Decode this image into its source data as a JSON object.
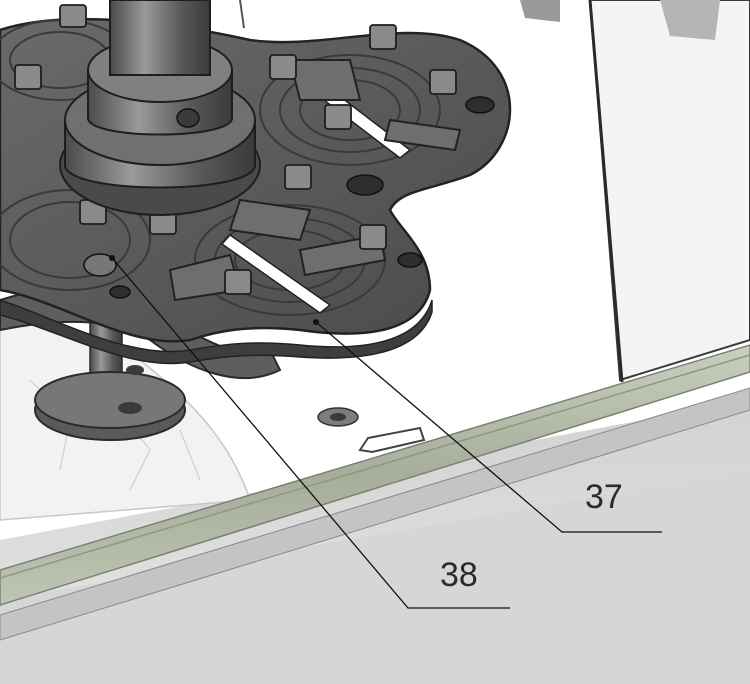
{
  "callouts": [
    {
      "id": "37",
      "label": "37"
    },
    {
      "id": "38",
      "label": "38"
    }
  ],
  "colors": {
    "plate": "#5c5c5c",
    "plate_dark": "#3e3e3e",
    "plate_light": "#8a8a8a",
    "background_white": "#ffffff",
    "floor_gray": "#d9d9d9",
    "rail_green": "#aeb5a3",
    "leader_line": "#111111"
  }
}
